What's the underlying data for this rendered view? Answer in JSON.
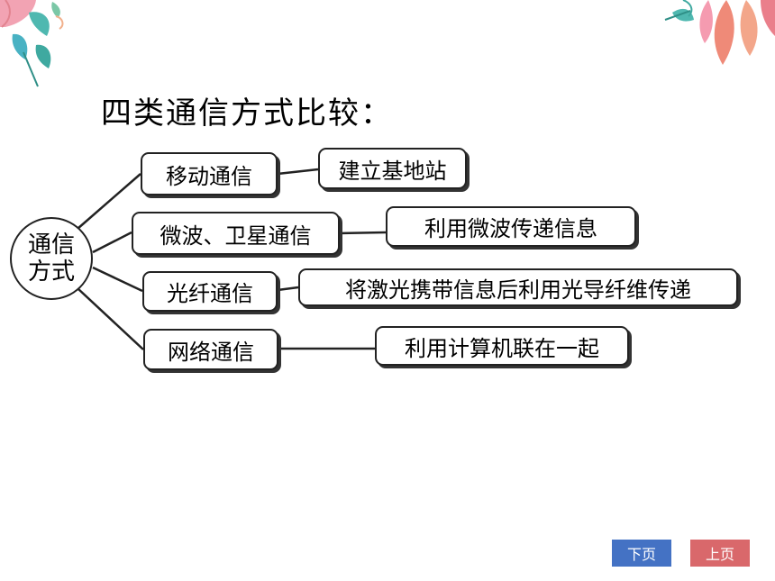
{
  "title": "四类通信方式比较：",
  "root": {
    "line1": "通信",
    "line2": "方式"
  },
  "methods": [
    {
      "name": "移动通信",
      "desc": "建立基地站"
    },
    {
      "name": "微波、卫星通信",
      "desc": "利用微波传递信息"
    },
    {
      "name": "光纤通信",
      "desc": "将激光携带信息后利用光导纤维传递"
    },
    {
      "name": "网络通信",
      "desc": "利用计算机联在一起"
    }
  ],
  "nav": {
    "next_label": "下页",
    "prev_label": "上页",
    "next_color": "#4472c4",
    "prev_color": "#d9686b"
  },
  "decoration": {
    "left": "floral-leaves-icon",
    "right": "floral-leaves-icon"
  }
}
